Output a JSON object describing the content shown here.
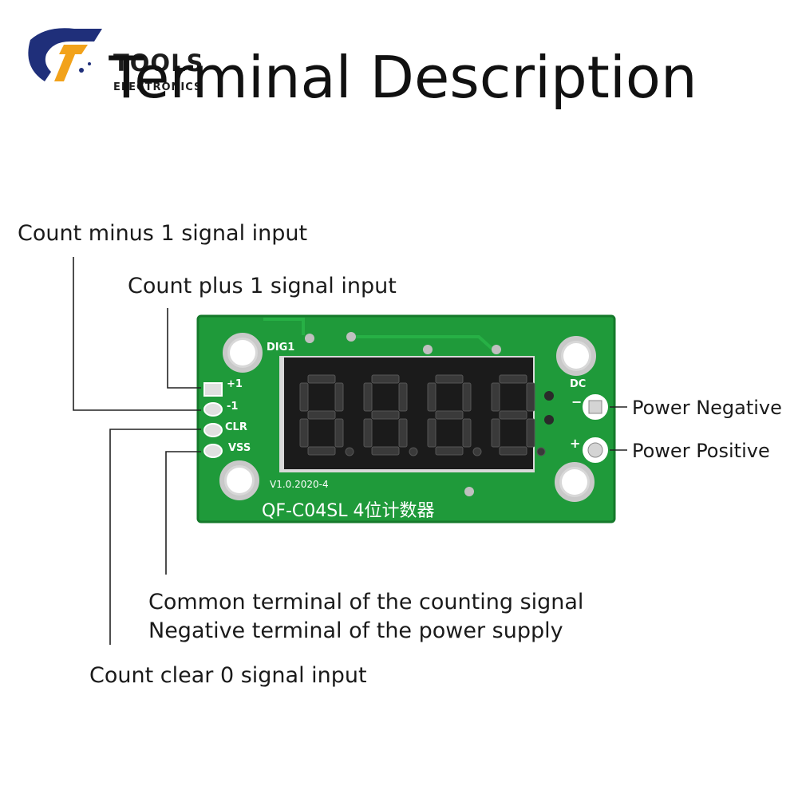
{
  "logo": {
    "word1": "TOOLS",
    "word2": "ELECTRONICS",
    "colors": {
      "navy": "#1f2f7a",
      "orange": "#f2a21a"
    }
  },
  "title": "Terminal Description",
  "labels": {
    "count_minus": "Count minus 1 signal input",
    "count_plus": "Count plus 1 signal input",
    "common_line1": "Common terminal of the counting signal",
    "common_line2": "Negative terminal of the power supply",
    "count_clear": "Count clear 0 signal input",
    "power_negative": "Power Negative",
    "power_positive": "Power Positive"
  },
  "board": {
    "silk_dig": "DIG1",
    "pin_plus": "+1",
    "pin_minus": "-1",
    "pin_clr": "CLR",
    "pin_vss": "VSS",
    "dc": "DC",
    "dc_minus": "−",
    "dc_plus": "+",
    "version": "V1.0.2020-4",
    "model": "QF-C04SL 4位计数器",
    "display_digits": "8.8.8.8.",
    "colors": {
      "pcb": "#1f9a3a",
      "pcb_dark": "#15792b",
      "display": "#1b1b1b",
      "segment": "#3a3a3a"
    }
  }
}
